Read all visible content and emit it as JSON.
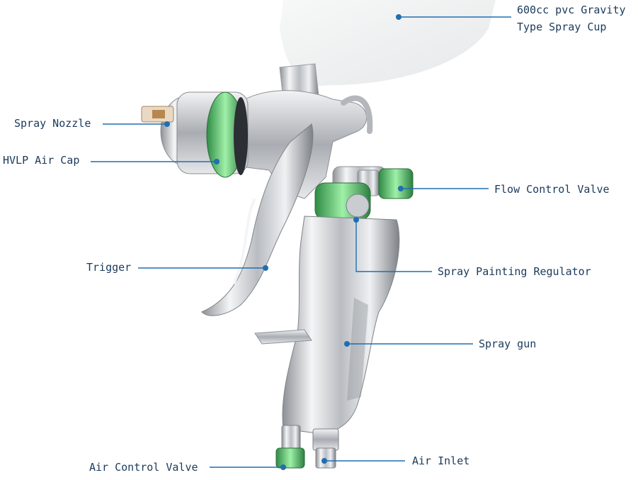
{
  "colors": {
    "leader_line": "#1f6fb2",
    "dot": "#1f6fb2",
    "label_text": "#1a3a5c",
    "accent_green": "#3fbf5a",
    "metal": "#c9ccd0"
  },
  "labels": {
    "cup": {
      "line1": "600cc pvc Gravity",
      "line2": "Type Spray Cup"
    },
    "nozzle": "Spray Nozzle",
    "air_cap": "HVLP Air Cap",
    "flow_valve": "Flow Control Valve",
    "trigger": "Trigger",
    "regulator": "Spray Painting Regulator",
    "gun": "Spray gun",
    "air_control": "Air Control Valve",
    "air_inlet": "Air Inlet"
  },
  "image": {
    "subject": "spray-gun-illustration"
  }
}
